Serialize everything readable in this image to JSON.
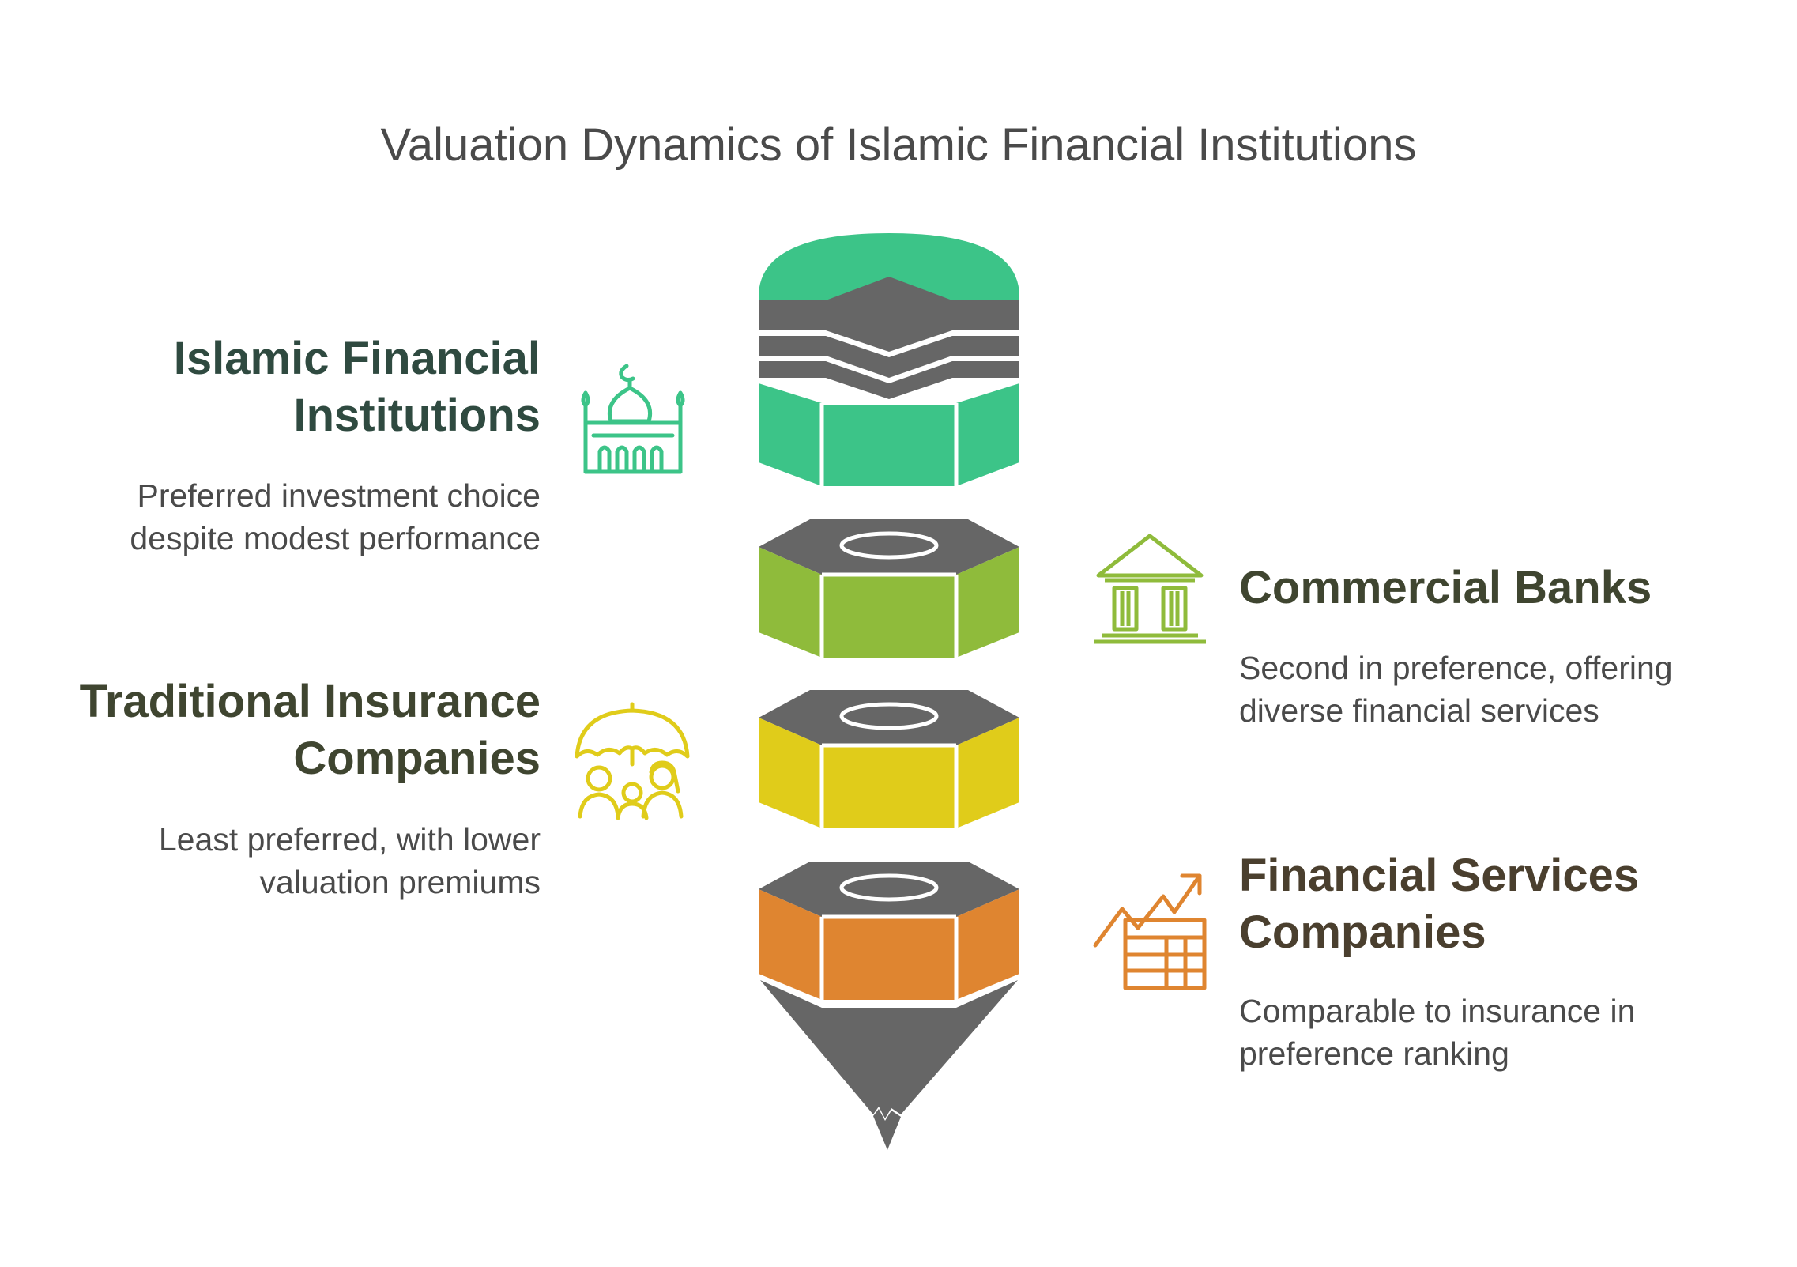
{
  "title": "Valuation Dynamics of Islamic Financial Institutions",
  "items": [
    {
      "heading_lines": [
        "Islamic Financial",
        "Institutions"
      ],
      "desc_lines": [
        "Preferred investment choice",
        "despite modest performance"
      ],
      "icon": "mosque-icon",
      "color": "#3cc488"
    },
    {
      "heading_lines": [
        "Commercial Banks"
      ],
      "desc_lines": [
        "Second in preference, offering",
        "diverse financial services"
      ],
      "icon": "bank-icon",
      "color": "#8fbb3b"
    },
    {
      "heading_lines": [
        "Traditional Insurance",
        "Companies"
      ],
      "desc_lines": [
        "Least preferred, with lower",
        "valuation premiums"
      ],
      "icon": "umbrella-family-icon",
      "color": "#e0cc1a"
    },
    {
      "heading_lines": [
        "Financial Services",
        "Companies"
      ],
      "desc_lines": [
        "Comparable to insurance in",
        "preference ranking"
      ],
      "icon": "chart-table-icon",
      "color": "#df8530"
    }
  ],
  "colors": {
    "dark_face": "#666666",
    "heading_green": "#2f4a40",
    "heading_olive": "#3f4530",
    "heading_brown": "#4a3f2e"
  }
}
